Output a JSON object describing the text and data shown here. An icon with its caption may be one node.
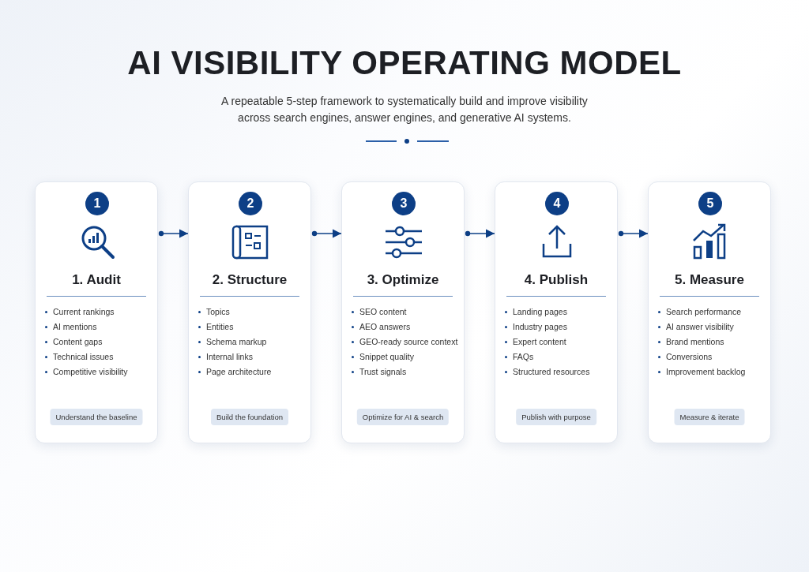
{
  "diagram": {
    "title": "AI VISIBILITY OPERATING MODEL",
    "nodes": [
      {
        "text": [
          "1",
          "1. Audit",
          "Current rankings",
          "AI mentions",
          "Content gaps",
          "Technical issues",
          "Competitive visibility",
          "Understand the baseline"
        ]
      },
      {
        "text": [
          "2",
          "2. Structure",
          "Topics",
          "Entities",
          "Schema markup",
          "Internal links",
          "Page architecture",
          "Build the foundation"
        ]
      },
      {
        "text": [
          "3",
          "3. Optimize",
          "SEO content",
          "AEO answers",
          "GEO-ready source context",
          "Snippet quality",
          "Trust signals",
          "Optimize for AI & search"
        ]
      },
      {
        "text": [
          "4",
          "4. Publish",
          "Landing pages",
          "Industry pages",
          "Expert content",
          "FAQs",
          "Structured resources",
          "Publish with purpose"
        ]
      },
      {
        "text": [
          "5",
          "5. Measure",
          "Search performance",
          "AI answer visibility",
          "Brand mentions",
          "Conversions",
          "Improvement backlog",
          "Measure & iterate"
        ]
      }
    ],
    "edges": [
      {
        "from": 0,
        "to": 1,
        "arrow": "to"
      },
      {
        "from": 1,
        "to": 2,
        "arrow": "to"
      },
      {
        "from": 2,
        "to": 3,
        "arrow": "to"
      },
      {
        "from": 3,
        "to": 4,
        "arrow": "to"
      }
    ],
    "labels": [
      "A repeatable 5-step framework to systematically build and improve visibility across search engines, answer engines, and generative AI systems."
    ]
  }
}
